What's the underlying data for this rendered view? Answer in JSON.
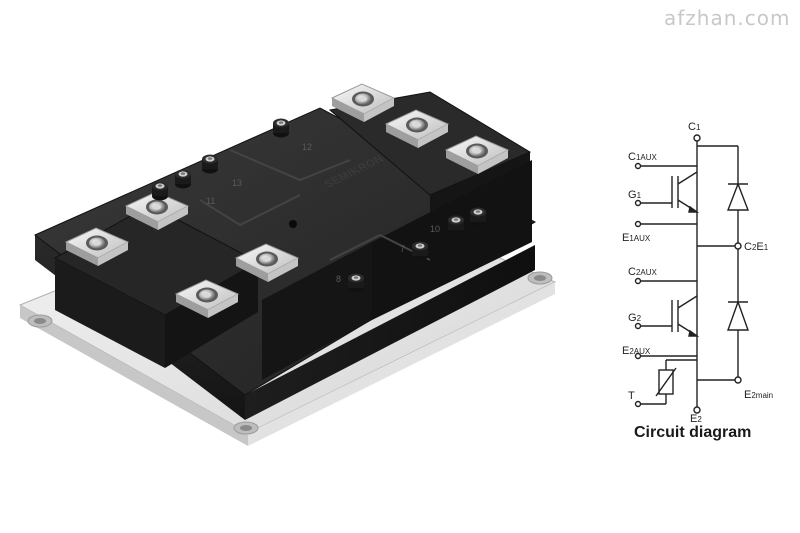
{
  "watermark": "afzhan.com",
  "product": {
    "brand_marking": "SEMIKRON",
    "terminal_numbers": [
      "12",
      "13",
      "11",
      "10",
      "7",
      "8"
    ]
  },
  "circuit": {
    "caption": "Circuit diagram",
    "pins": {
      "c1": {
        "main": "C",
        "sub": "1"
      },
      "c1aux": {
        "main": "C",
        "sub": "1AUX"
      },
      "g1": {
        "main": "G",
        "sub": "1"
      },
      "e1aux": {
        "main": "E",
        "sub": "1AUX"
      },
      "c2e1": {
        "main": "C",
        "sub": "2",
        "main2": "E",
        "sub2": "1"
      },
      "c2aux": {
        "main": "C",
        "sub": "2AUX"
      },
      "g2": {
        "main": "G",
        "sub": "2"
      },
      "e2aux": {
        "main": "E",
        "sub": "2AUX"
      },
      "t": {
        "main": "T"
      },
      "e2main": {
        "main": "E",
        "sub": "2main"
      },
      "e2": {
        "main": "E",
        "sub": "2"
      }
    }
  }
}
